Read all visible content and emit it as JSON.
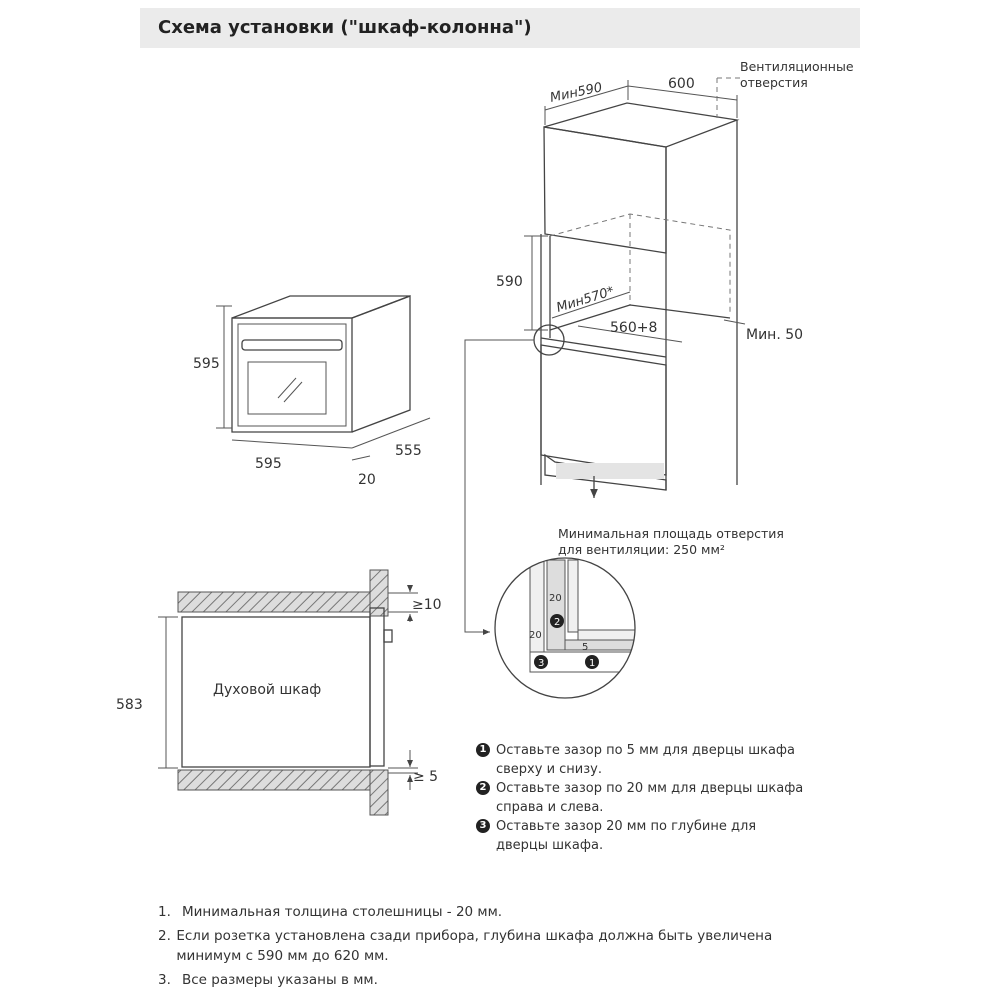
{
  "header": {
    "title": "Схема установки (\"шкаф-колонна\")"
  },
  "oven": {
    "height": "595",
    "width": "595",
    "depth": "555",
    "door_thickness": "20"
  },
  "column": {
    "min_depth": "Мин590",
    "width": "600",
    "vent_label_1": "Вентиляционные",
    "vent_label_2": "отверстия",
    "niche_height": "590",
    "niche_min_depth": "Мин570*",
    "niche_width": "560+8",
    "min_gap": "Мин. 50",
    "vent_area_1": "Минимальная площадь отверстия",
    "vent_area_2": "для вентиляции: 250 мм²"
  },
  "detail": {
    "gap_side": "20",
    "gap_depth": "20",
    "gap_top": "5",
    "badges": [
      "1",
      "2",
      "3"
    ]
  },
  "section": {
    "label": "Духовой шкаф",
    "height": "583",
    "top_gap": "≥10",
    "bottom_gap": "≥ 5"
  },
  "legend": [
    {
      "num": "1",
      "text": "Оставьте зазор по 5 мм для дверцы шкафа сверху и снизу."
    },
    {
      "num": "2",
      "text": "Оставьте зазор по 20 мм для дверцы шкафа справа и слева."
    },
    {
      "num": "3",
      "text": "Оставьте зазор 20 мм по глубине для дверцы шкафа."
    }
  ],
  "notes": [
    {
      "num": "1.",
      "text": "Минимальная толщина столешницы - 20 мм."
    },
    {
      "num": "2.",
      "text": "Если розетка установлена сзади прибора, глубина шкафа должна быть увеличена минимум с 590 мм до 620 мм."
    },
    {
      "num": "3.",
      "text": "Все размеры указаны в мм."
    }
  ]
}
